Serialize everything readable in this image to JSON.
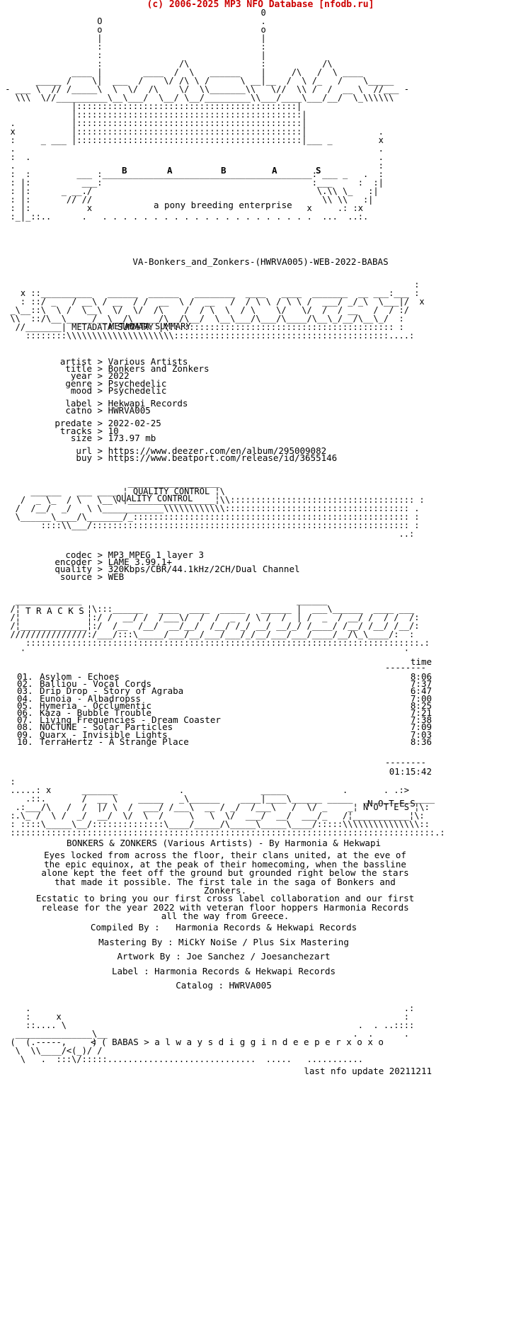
{
  "header": "(c) 2006-2025 MP3 NFO Database [nfodb.ru]",
  "logo": {
    "letters": [
      "B",
      "A",
      "B",
      "A",
      "S"
    ],
    "tagline": "a pony breeding enterprise"
  },
  "release_name": "VA-Bonkers_and_Zonkers-(HWRVA005)-WEB-2022-BABAS",
  "metadata": {
    "heading": "METADATA SUMMARY",
    "fields": [
      {
        "key": "artist",
        "value": "Various Artists"
      },
      {
        "key": "title",
        "value": "Bonkers and Zonkers"
      },
      {
        "key": "year",
        "value": "2022"
      },
      {
        "key": "genre",
        "value": "Psychedelic"
      },
      {
        "key": "mood",
        "value": "Psychedelic"
      },
      {
        "key": "label",
        "value": "Hekwapi Records"
      },
      {
        "key": "catno",
        "value": "HWRVA005"
      },
      {
        "key": "predate",
        "value": "2022-02-25"
      },
      {
        "key": "tracks",
        "value": "10"
      },
      {
        "key": "size",
        "value": "173.97 mb"
      },
      {
        "key": "url",
        "value": "https://www.deezer.com/en/album/295009082"
      },
      {
        "key": "buy",
        "value": "https://www.beatport.com/release/id/3655146"
      }
    ]
  },
  "quality": {
    "heading": "QUALITY CONTROL",
    "fields": [
      {
        "key": "codec",
        "value": "MP3 MPEG 1 layer 3"
      },
      {
        "key": "encoder",
        "value": "LAME 3.99.1+"
      },
      {
        "key": "quality",
        "value": "320Kbps/CBR/44.1kHz/2CH/Dual Channel"
      },
      {
        "key": "source",
        "value": "WEB"
      }
    ]
  },
  "tracks": {
    "heading": "T R A C K S",
    "time_header": "time",
    "list": [
      {
        "n": "01.",
        "title": "Asylom - Echoes",
        "time": "8:06"
      },
      {
        "n": "02.",
        "title": "Balliou - Vocal Cords",
        "time": "7:37"
      },
      {
        "n": "03.",
        "title": "Drip Drop - Story of Agraba",
        "time": "6:47"
      },
      {
        "n": "04.",
        "title": "Eunoia - Albadropss",
        "time": "7:00"
      },
      {
        "n": "05.",
        "title": "Hymeria - Occlumentic",
        "time": "8:25"
      },
      {
        "n": "06.",
        "title": "Kaza - Bubble Trouble",
        "time": "7:21"
      },
      {
        "n": "07.",
        "title": "Living Frequencies - Dream Coaster",
        "time": "7:38"
      },
      {
        "n": "08.",
        "title": "NOCTUNE - Solar Particles",
        "time": "7:09"
      },
      {
        "n": "09.",
        "title": "Quarx - Invisible Lights",
        "time": "7:03"
      },
      {
        "n": "10.",
        "title": "TerraHertz - A Strange Place",
        "time": "8:36"
      }
    ],
    "total": "01:15:42"
  },
  "notes": {
    "heading": "N O T E S",
    "title": "BONKERS & ZONKERS (Various Artists) - By Harmonia & Hekwapi",
    "para1": "Eyes locked from across the floor, their clans united, at the eve of the epic equinox, at the peak of their homecoming, when the bassline alone kept the feet off the ground but grounded right below the stars that made it possible. The first tale in the saga of Bonkers and Zonkers.",
    "para2": "Ecstatic to bring you our first cross label collaboration and our first release for the year 2022 with veteran floor hoppers Harmonia Records  all the way from Greece.",
    "credits": [
      "Compiled By :   Harmonia Records & Hekwapi Records",
      "Mastering By : MiCkY NoiSe / Plus Six Mastering",
      "Artwork By : Joe Sanchez / Joesanchezart",
      "Label : Harmonia Records & Hekwapi Records",
      "Catalog : HWRVA005"
    ]
  },
  "footer": {
    "slogan": "< ( BABAS > a l w a y s d i g g i n d e e p e r x o x o",
    "update": "last nfo update 20211211"
  }
}
